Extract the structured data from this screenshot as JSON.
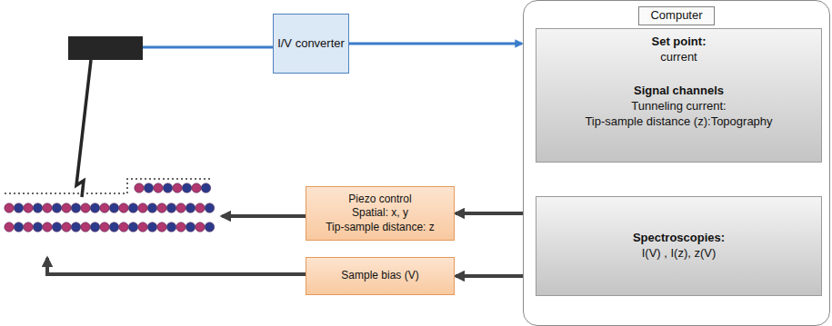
{
  "diagram": {
    "nodes": [
      {
        "text": [
          "I/V converter"
        ]
      },
      {
        "text": [
          "Computer"
        ]
      },
      {
        "text": [
          "Set point:",
          "current",
          "Signal channels",
          "Tunneling current:",
          "Tip-sample distance (z):Topography"
        ],
        "in": 1
      },
      {
        "text": [
          "Spectroscopies:",
          "I(V) , I(z), z(V)"
        ],
        "in": 1
      },
      {
        "text": [
          "Piezo control",
          "Spatial: x, y",
          "Tip-sample distance: z"
        ]
      },
      {
        "text": [
          "Sample bias (V)"
        ]
      }
    ],
    "edges": [
      {
        "from": 0,
        "to": 1,
        "arrow": "to"
      },
      {
        "from": 1,
        "to": 4,
        "arrow": "to"
      },
      {
        "from": 1,
        "to": 5,
        "arrow": "to"
      }
    ]
  }
}
